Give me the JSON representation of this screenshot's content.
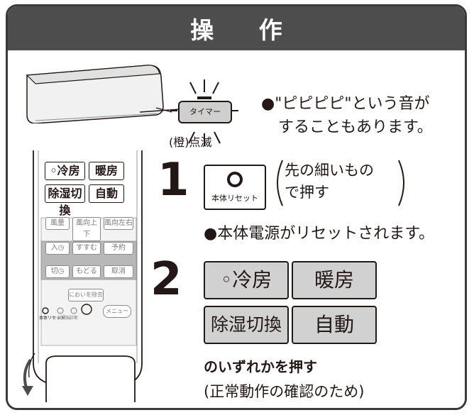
{
  "header": {
    "title": "操 作"
  },
  "indicator": {
    "label": "タイマー",
    "blink_note": "(橙)点滅"
  },
  "note_sound": {
    "bullet": "●",
    "line1": "\"ピピピピ\"という音が",
    "line2": "することもあります。"
  },
  "remote": {
    "buttons": [
      {
        "label": "◦冷房",
        "strong": true
      },
      {
        "label": "暖房",
        "strong": true
      },
      {
        "label": "除湿切換",
        "strong": true
      },
      {
        "label": "自動",
        "strong": true
      }
    ],
    "faint_buttons": [
      "風量",
      "風向上下",
      "風向左右",
      "入◷",
      "すすむ",
      "予約",
      "切◷",
      "もどる",
      "取消",
      "においを除去",
      "メニュー"
    ],
    "bottom_labels": [
      "本体リセット",
      "試運転",
      "診断"
    ]
  },
  "step1": {
    "number": "1",
    "reset_label": "本体リセット",
    "paren_line1": "先の細いもの",
    "paren_line2": "で押す",
    "result": "●本体電源がリセットされます。"
  },
  "step2": {
    "number": "2",
    "buttons": [
      "◦冷房",
      "暖房",
      "除湿切換",
      "自動"
    ],
    "instruction": "のいずれかを押す",
    "note": "(正常動作の確認のため)"
  }
}
